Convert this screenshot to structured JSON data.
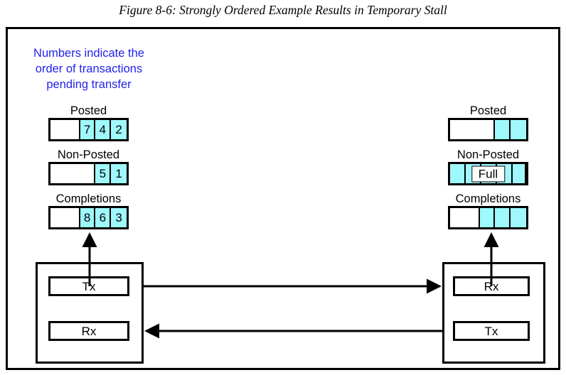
{
  "figure": {
    "title": "Figure 8-6: Strongly Ordered Example Results in Temporary Stall"
  },
  "annotation": {
    "color": "#2222ee",
    "line1": "Numbers indicate the",
    "line2": "order of transactions",
    "line3": "pending transfer"
  },
  "colors": {
    "filled_cell": "#9ff8fc",
    "empty_cell": "#ffffff",
    "outline": "#000000",
    "annotation_text": "#2222ee"
  },
  "left_device": {
    "buffers": [
      {
        "label": "Posted",
        "cells": [
          {
            "state": "empty",
            "value": ""
          },
          {
            "state": "empty",
            "value": ""
          },
          {
            "state": "filled",
            "value": "7"
          },
          {
            "state": "filled",
            "value": "4"
          },
          {
            "state": "filled",
            "value": "2"
          }
        ]
      },
      {
        "label": "Non-Posted",
        "cells": [
          {
            "state": "empty",
            "value": ""
          },
          {
            "state": "empty",
            "value": ""
          },
          {
            "state": "empty",
            "value": ""
          },
          {
            "state": "filled",
            "value": "5"
          },
          {
            "state": "filled",
            "value": "1"
          }
        ]
      },
      {
        "label": "Completions",
        "cells": [
          {
            "state": "empty",
            "value": ""
          },
          {
            "state": "empty",
            "value": ""
          },
          {
            "state": "filled",
            "value": "8"
          },
          {
            "state": "filled",
            "value": "6"
          },
          {
            "state": "filled",
            "value": "3"
          }
        ]
      }
    ],
    "ports": [
      {
        "label": "Tx"
      },
      {
        "label": "Rx"
      }
    ]
  },
  "right_device": {
    "buffers": [
      {
        "label": "Posted",
        "cells": [
          {
            "state": "empty",
            "value": ""
          },
          {
            "state": "empty",
            "value": ""
          },
          {
            "state": "empty",
            "value": ""
          },
          {
            "state": "filled",
            "value": ""
          },
          {
            "state": "filled",
            "value": ""
          }
        ]
      },
      {
        "label": "Non-Posted",
        "overlay_tag": "Full",
        "cells": [
          {
            "state": "filled",
            "value": ""
          },
          {
            "state": "filled",
            "value": ""
          },
          {
            "state": "filled",
            "value": ""
          },
          {
            "state": "filled",
            "value": ""
          },
          {
            "state": "filled",
            "value": ""
          }
        ]
      },
      {
        "label": "Completions",
        "cells": [
          {
            "state": "empty",
            "value": ""
          },
          {
            "state": "empty",
            "value": ""
          },
          {
            "state": "filled",
            "value": ""
          },
          {
            "state": "filled",
            "value": ""
          },
          {
            "state": "filled",
            "value": ""
          }
        ]
      }
    ],
    "ports": [
      {
        "label": "Rx"
      },
      {
        "label": "Tx"
      }
    ]
  }
}
